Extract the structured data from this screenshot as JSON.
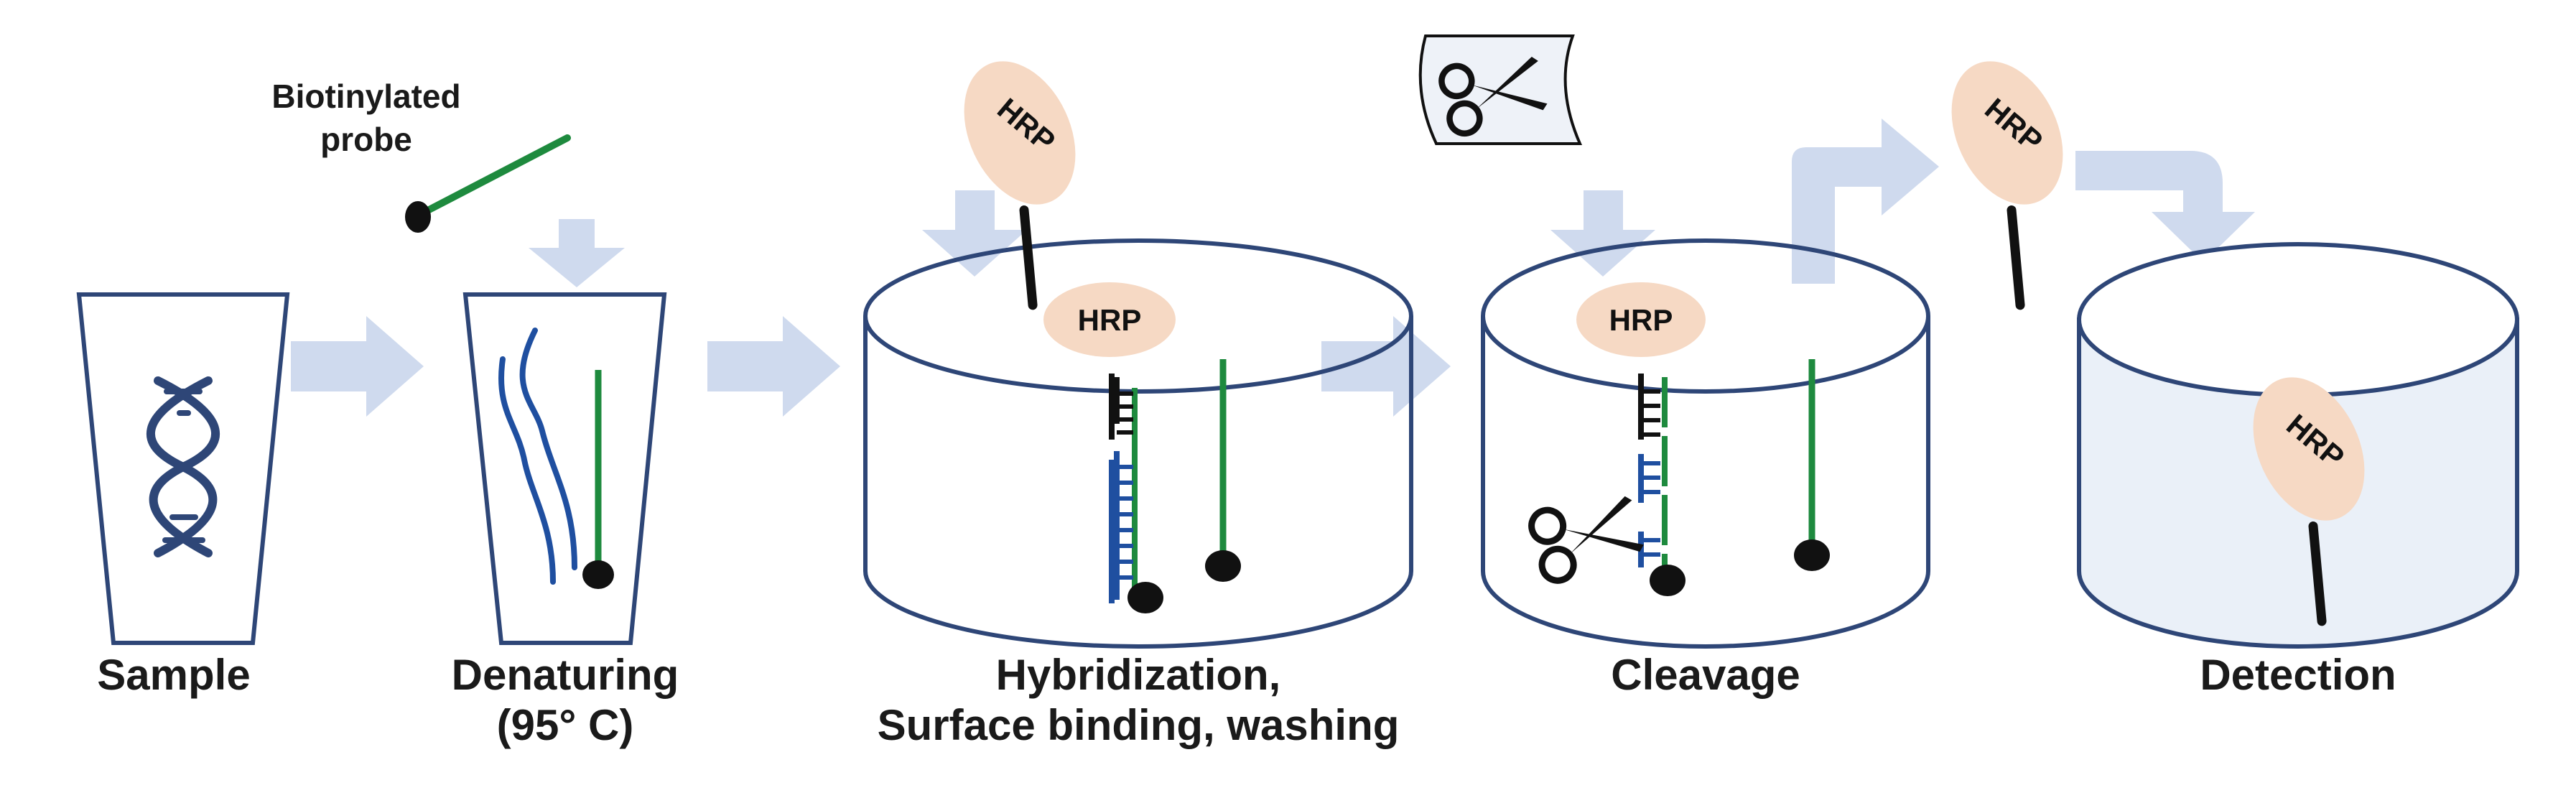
{
  "steps": [
    {
      "id": "sample",
      "label": "Sample"
    },
    {
      "id": "denaturing",
      "label": "Denaturing",
      "sublabel": "(95° C)"
    },
    {
      "id": "hybridization",
      "label": "Hybridization,",
      "sublabel": "Surface binding, washing"
    },
    {
      "id": "cleavage",
      "label": "Cleavage"
    },
    {
      "id": "detection",
      "label": "Detection"
    }
  ],
  "probe": {
    "label_line1": "Biotinylated",
    "label_line2": "probe"
  },
  "enzyme": {
    "label": "HRP"
  },
  "colors": {
    "outline": "#2e4677",
    "arrow": "#cfdaee",
    "probe_strand": "#1e8a3e",
    "target_strand": "#1f4fa0",
    "hrp_fill": "#f6d9c4",
    "black": "#111111",
    "detection_fill": "#eaf0f8"
  }
}
